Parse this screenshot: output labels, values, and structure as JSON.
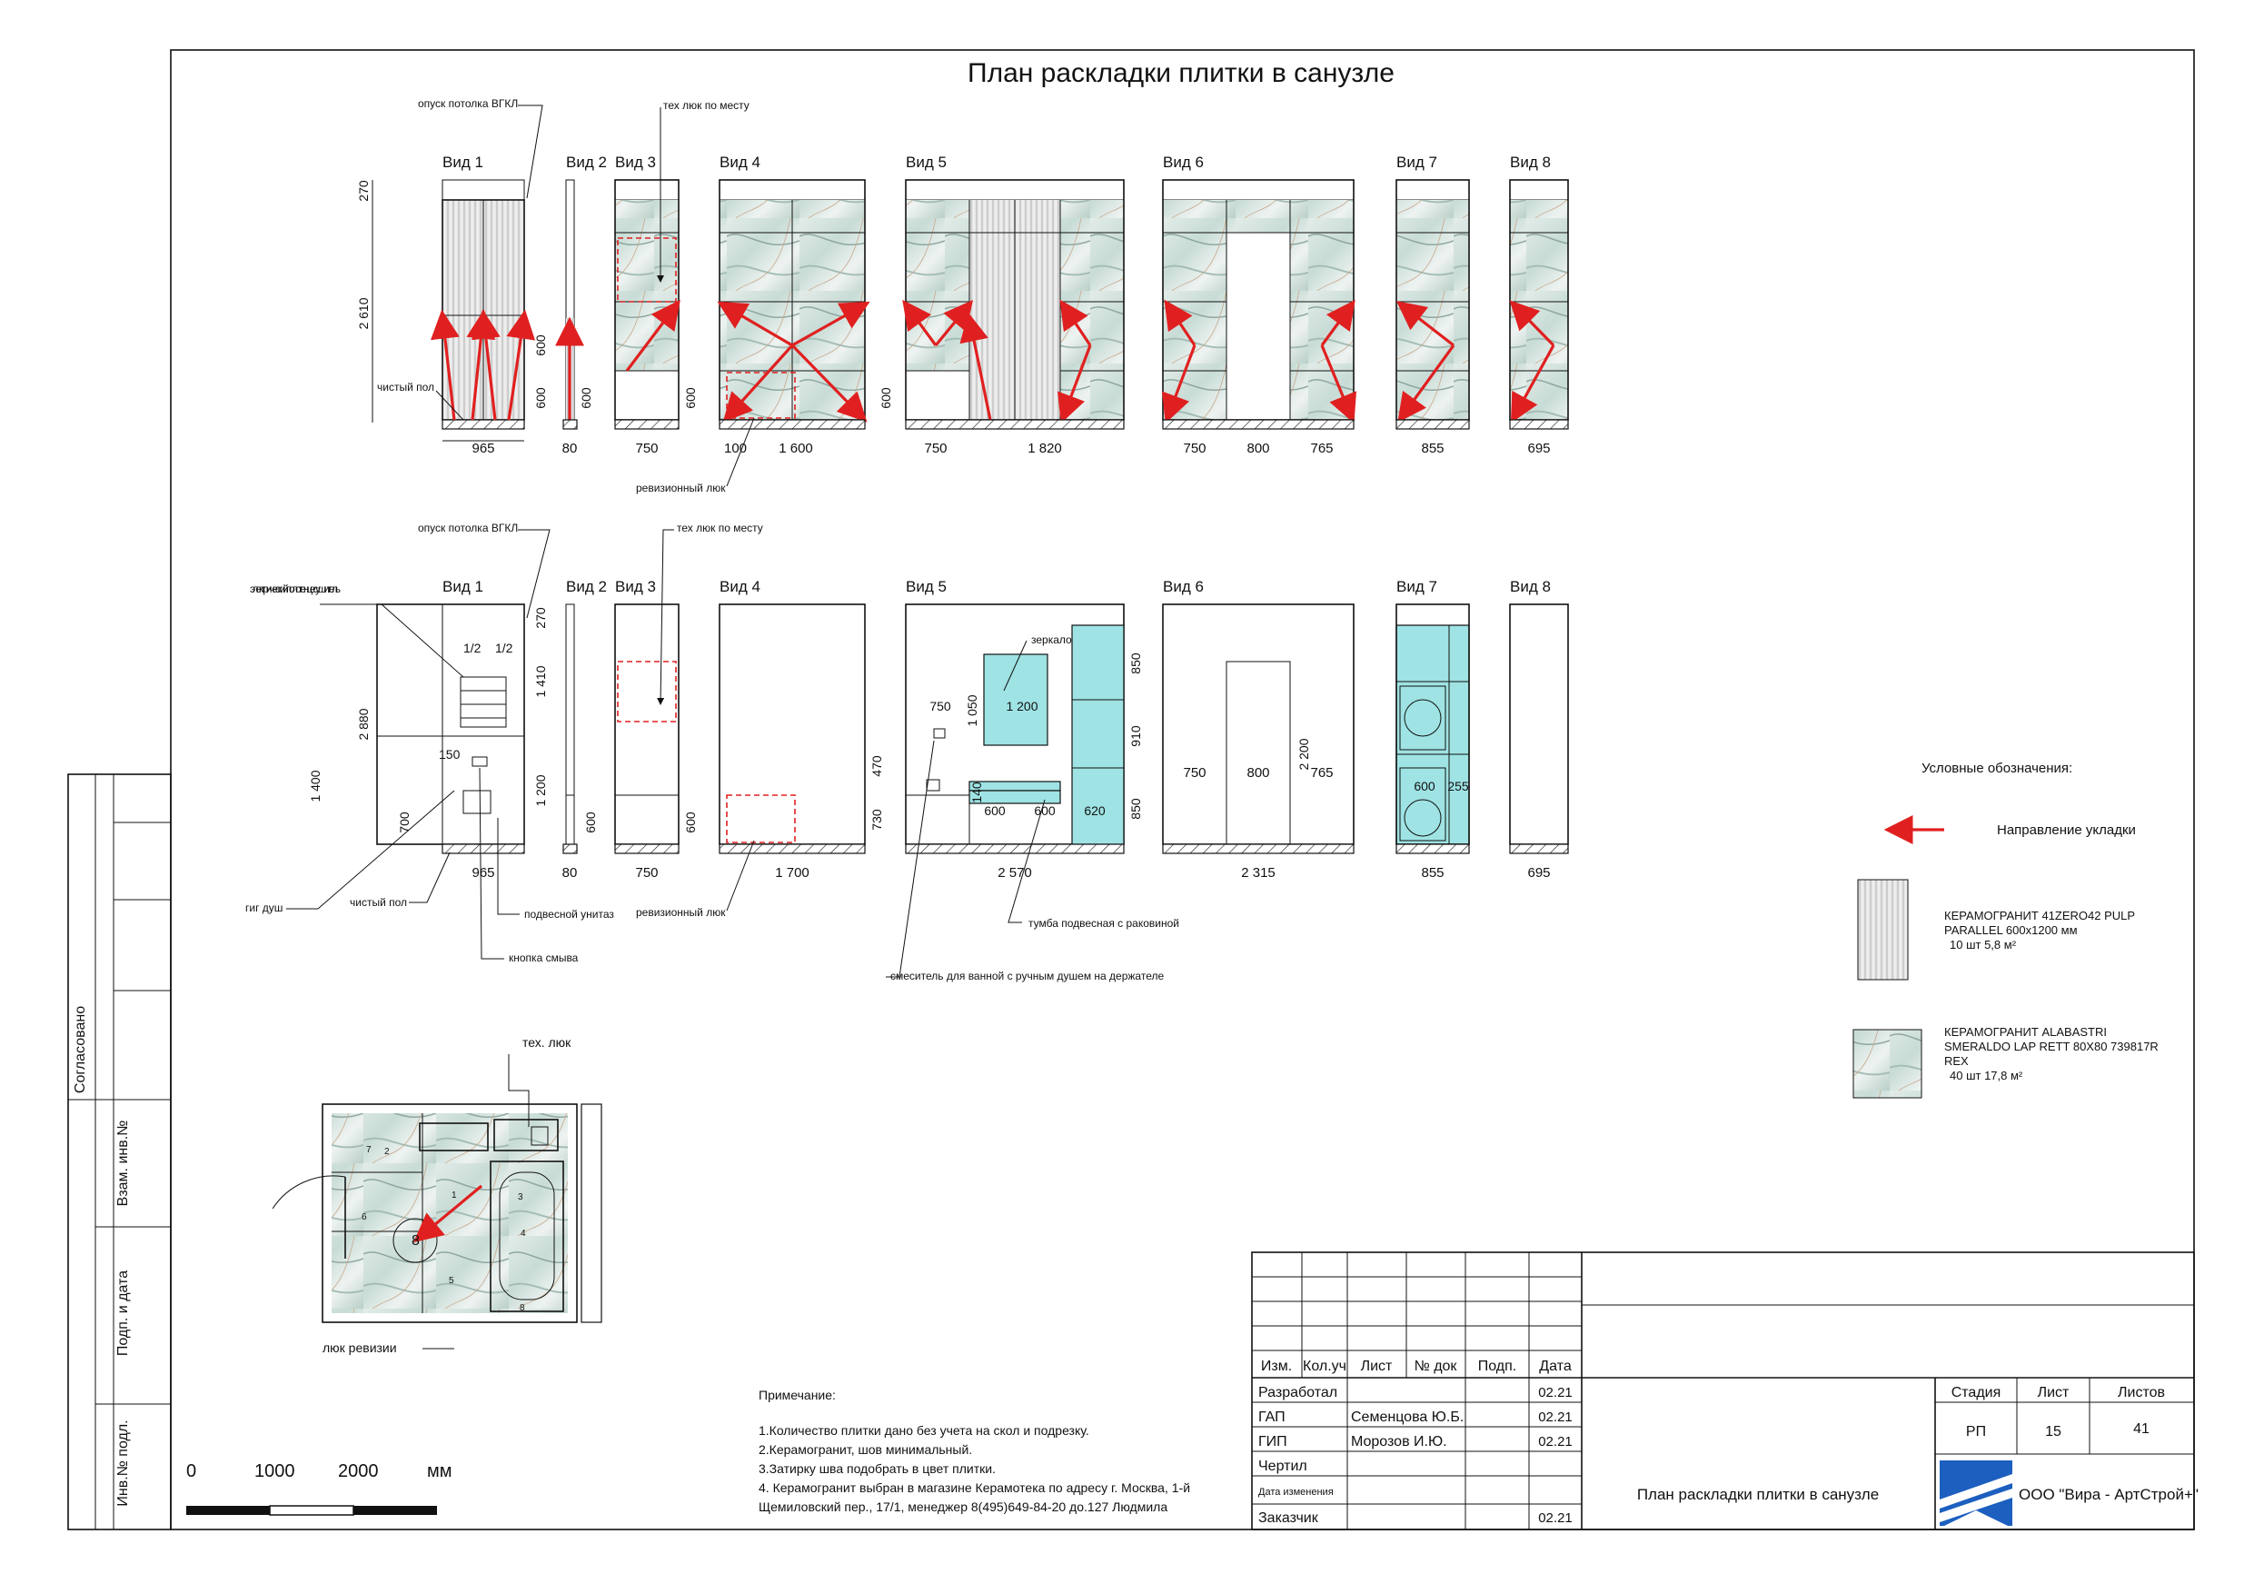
{
  "title": "План раскладки плитки в санузле",
  "views_row1": [
    {
      "label": "Вид 1",
      "dims": [
        "965"
      ]
    },
    {
      "label": "Вид 2",
      "dims": [
        "80"
      ]
    },
    {
      "label": "Вид 3",
      "dims": [
        "750"
      ]
    },
    {
      "label": "Вид 4",
      "dims": [
        "100",
        "1 600"
      ]
    },
    {
      "label": "Вид 5",
      "dims": [
        "750",
        "1 820"
      ]
    },
    {
      "label": "Вид 6",
      "dims": [
        "750",
        "800",
        "765"
      ]
    },
    {
      "label": "Вид 7",
      "dims": [
        "855"
      ]
    },
    {
      "label": "Вид 8",
      "dims": [
        "695"
      ]
    }
  ],
  "views_row2": [
    {
      "label": "Вид 1",
      "dims": [
        "965"
      ]
    },
    {
      "label": "Вид 2",
      "dims": [
        "80"
      ]
    },
    {
      "label": "Вид 3",
      "dims": [
        "750"
      ]
    },
    {
      "label": "Вид 4",
      "dims": [
        "1 700"
      ]
    },
    {
      "label": "Вид 5",
      "dims": [
        "2 570"
      ]
    },
    {
      "label": "Вид 6",
      "dims": [
        "2 315"
      ]
    },
    {
      "label": "Вид 7",
      "dims": [
        "855"
      ]
    },
    {
      "label": "Вид 8",
      "dims": [
        "695"
      ]
    }
  ],
  "row1_vertical_dims": [
    "270",
    "2 610",
    "600",
    "600",
    "600",
    "600",
    "600"
  ],
  "row2_vertical_dims": {
    "v1": [
      "270",
      "1 410",
      "1 200",
      "2 880",
      "1 400",
      "700",
      "150"
    ],
    "v1_frac": [
      "1/2",
      "1/2"
    ],
    "v2": [
      "600"
    ],
    "v3": [
      "600"
    ],
    "v5": [
      "750",
      "1 050",
      "1 200",
      "470",
      "730",
      "140",
      "600",
      "600",
      "620",
      "850",
      "910",
      "850"
    ],
    "v6": [
      "750",
      "800",
      "765",
      "2 200"
    ],
    "v7": [
      "600",
      "255"
    ]
  },
  "callouts": {
    "ceiling_drop_1": "опуск потолка ВГКЛ",
    "tech_hatch_1": "тех люк по месту",
    "clean_floor_1": "чистый пол",
    "revision_hatch_1": "ревизионный люк",
    "ceiling_drop_2": "опуск потолка ВГКЛ",
    "tech_hatch_2": "тех люк по месту",
    "towel_dryer": "электрический полотенцесушитель",
    "hygienic_shower": "гиг душ",
    "clean_floor_2": "чистый пол",
    "wall_toilet": "подвесной унитаз",
    "flush_button": "кнопка смыва",
    "revision_hatch_2": "ревизионный люк",
    "mirror": "зеркало",
    "vanity": "тумба подвесная с раковиной",
    "bath_mixer": "смеситель для ванной с ручным душем на держателе",
    "plan_tech_hatch": "тех. люк",
    "plan_revision_hatch": "люк ревизии"
  },
  "plan_view_numbers": [
    "1",
    "2",
    "3",
    "4",
    "5",
    "6",
    "7",
    "8"
  ],
  "legend": {
    "heading": "Условные обозначения:",
    "direction": "Направление укладки",
    "tile1": {
      "name": "КЕРАМОГРАНИТ 41ZERO42 PULP PARALLEL 600х1200 мм",
      "qty": "10 шт  5,8 м²"
    },
    "tile2": {
      "name": "КЕРАМОГРАНИТ ALABASTRI SMERALDO LAP RETT 80X80 739817R REX",
      "qty": "40 шт  17,8 м²"
    }
  },
  "scale": {
    "ticks": [
      "0",
      "1000",
      "2000"
    ],
    "unit": "мм"
  },
  "notes": {
    "heading": "Примечание:",
    "items": [
      "1.Количество плитки дано без учета на скол и подрезку.",
      "2.Керамогранит, шов минимальный.",
      "3.Затирку шва подобрать в цвет плитки.",
      "4. Керамогранит выбран в магазине Керамотека по адресу г. Москва, 1-й",
      "Щемиловский пер., 17/1, менеджер 8(495)649-84-20 до.127 Людмила"
    ]
  },
  "side_stamp": [
    "Согласовано",
    "Взам. инв.№",
    "Подп. и дата",
    "Инв.№ подл."
  ],
  "title_block": {
    "headers": [
      "Изм.",
      "Кол.уч",
      "Лист",
      "№ док",
      "Подп.",
      "Дата"
    ],
    "rows": [
      {
        "role": "Разработал",
        "name": "",
        "date": "02.21"
      },
      {
        "role": "ГАП",
        "name": "Семенцова Ю.Б.",
        "date": "02.21"
      },
      {
        "role": "ГИП",
        "name": "Морозов И.Ю.",
        "date": "02.21"
      },
      {
        "role": "Чертил",
        "name": "",
        "date": ""
      },
      {
        "role": "Дата изменения",
        "name": "",
        "date": ""
      },
      {
        "role": "Заказчик",
        "name": "",
        "date": "02.21"
      }
    ],
    "stage_headers": [
      "Стадия",
      "Лист",
      "Листов"
    ],
    "stage_values": [
      "РП",
      "15",
      "41"
    ],
    "sheet_title": "План раскладки плитки в санузле",
    "company": "ООО \"Вира - АртСтрой+\""
  }
}
